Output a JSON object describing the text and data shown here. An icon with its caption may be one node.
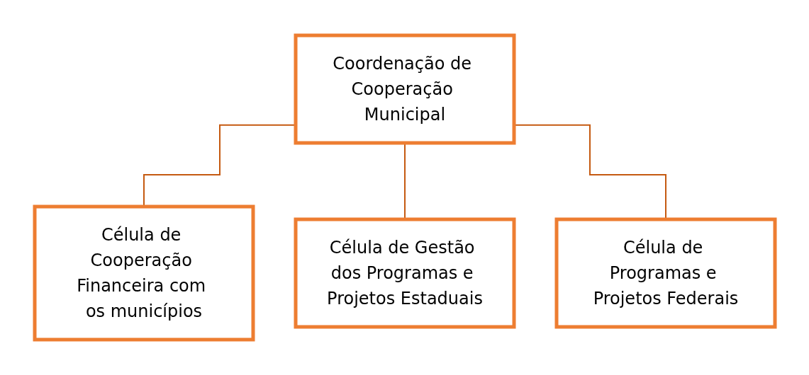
{
  "diagram": {
    "nodes": [
      {
        "text": [
          "Coordenação de Cooperação Municipal"
        ]
      },
      {
        "text": [
          "Célula de Cooperação Financeira com os municípios"
        ]
      },
      {
        "text": [
          "Célula de Gestão dos Programas e Projetos Estaduais"
        ]
      },
      {
        "text": [
          "Célula de Programas e Projetos Federais"
        ]
      }
    ],
    "edges": [
      {
        "from": 0,
        "to": 1,
        "arrow": "none"
      },
      {
        "from": 0,
        "to": 2,
        "arrow": "none"
      },
      {
        "from": 0,
        "to": 3,
        "arrow": "none"
      }
    ]
  }
}
